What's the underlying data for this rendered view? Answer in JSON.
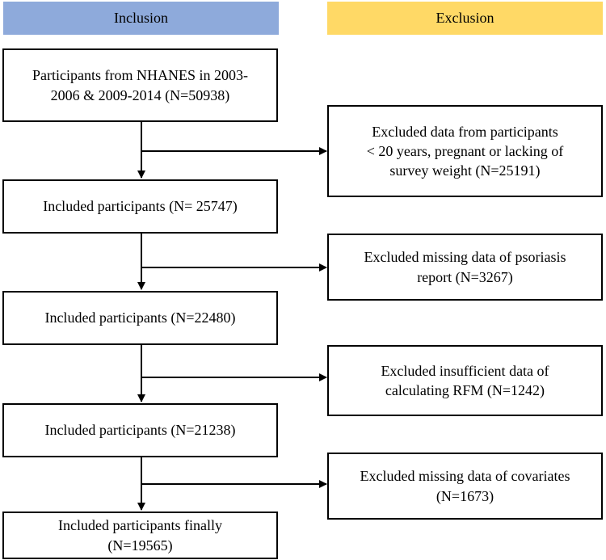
{
  "colors": {
    "inclusion_header": "#8eaadb",
    "exclusion_header": "#ffd966",
    "border": "#000000",
    "line": "#000000"
  },
  "headers": {
    "inclusion": "Inclusion",
    "exclusion": "Exclusion"
  },
  "inclusion_boxes": [
    {
      "lines": [
        "Participants from NHANES in 2003-",
        "2006 & 2009-2014 (N=50938)"
      ]
    },
    {
      "lines": [
        "Included participants (N= 25747)"
      ]
    },
    {
      "lines": [
        "Included participants (N=22480)"
      ]
    },
    {
      "lines": [
        "Included participants (N=21238)"
      ]
    },
    {
      "lines": [
        "Included participants finally",
        "(N=19565)"
      ]
    }
  ],
  "exclusion_boxes": [
    {
      "lines": [
        "Excluded data from participants",
        "< 20 years, pregnant or lacking of",
        "survey weight (N=25191)"
      ]
    },
    {
      "lines": [
        "Excluded missing data of psoriasis",
        "report (N=3267)"
      ]
    },
    {
      "lines": [
        "Excluded insufficient data of",
        "calculating RFM (N=1242)"
      ]
    },
    {
      "lines": [
        "Excluded missing data of covariates",
        "(N=1673)"
      ]
    }
  ]
}
